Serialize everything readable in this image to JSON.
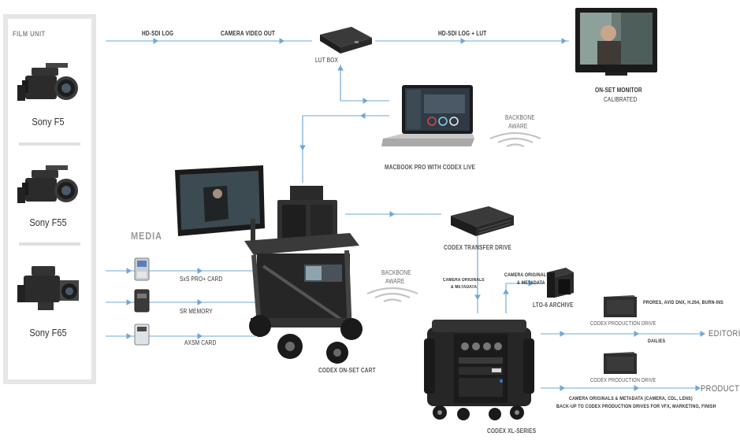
{
  "film_unit": {
    "title": "FILM UNIT",
    "cameras": [
      {
        "label": "Sony F5"
      },
      {
        "label": "Sony F55"
      },
      {
        "label": "Sony F65"
      }
    ]
  },
  "media": {
    "title": "MEDIA",
    "items": [
      {
        "label": "SxS PRO+ CARD"
      },
      {
        "label": "SR MEMORY"
      },
      {
        "label": "AXSM CARD"
      }
    ]
  },
  "signals": {
    "hd_sdi_log": "HD-SDI LOG",
    "camera_video_out": "CAMERA VIDEO OUT",
    "hd_sdi_log_lut": "HD-SDI LOG + LUT"
  },
  "devices": {
    "lut_box": "LUT BOX",
    "on_set_monitor": "ON-SET MONITOR",
    "on_set_monitor_sub": "CALIBRATED",
    "macbook": "MACBOOK PRO WITH CODEX LIVE",
    "backbone_aware_1_line1": "BACKBONE",
    "backbone_aware_1_line2": "AWARE",
    "backbone_aware_2_line1": "BACKBONE",
    "backbone_aware_2_line2": "AWARE",
    "cart": "CODEX ON-SET CART",
    "transfer_drive": "CODEX TRANSFER DRIVE",
    "camera_originals_metadata_l1": "CAMERA ORIGINALS",
    "camera_originals_metadata_l2": "& METADATA",
    "camera_originals_metadata_b_l1": "CAMERA ORIGINALS",
    "camera_originals_metadata_b_l2": "& METADATA",
    "lto_archive": "LTO-6 ARCHIVE",
    "production_drive_1": "CODEX PRODUCTION DRIVE",
    "production_drive_2": "CODEX PRODUCTION DRIVE",
    "formats": "PRORES, AVID DNX, H.264, BURN-INS",
    "dailies": "DAILIES",
    "editorial": "EDITORIAL",
    "production": "PRODUCTION",
    "backup_l1": "CAMERA ORIGINALS & METADATA (CAMERA, CDL, LENS)",
    "backup_l2": "BACK-UP TO CODEX PRODUCTION DRIVES FOR VFX, MARKETING, FINISH",
    "xl_series": "CODEX XL-SERIES"
  },
  "colors": {
    "arrow": "#6fa8d6",
    "panel": "#e6e6e6",
    "device_dark": "#2a2a2a"
  }
}
